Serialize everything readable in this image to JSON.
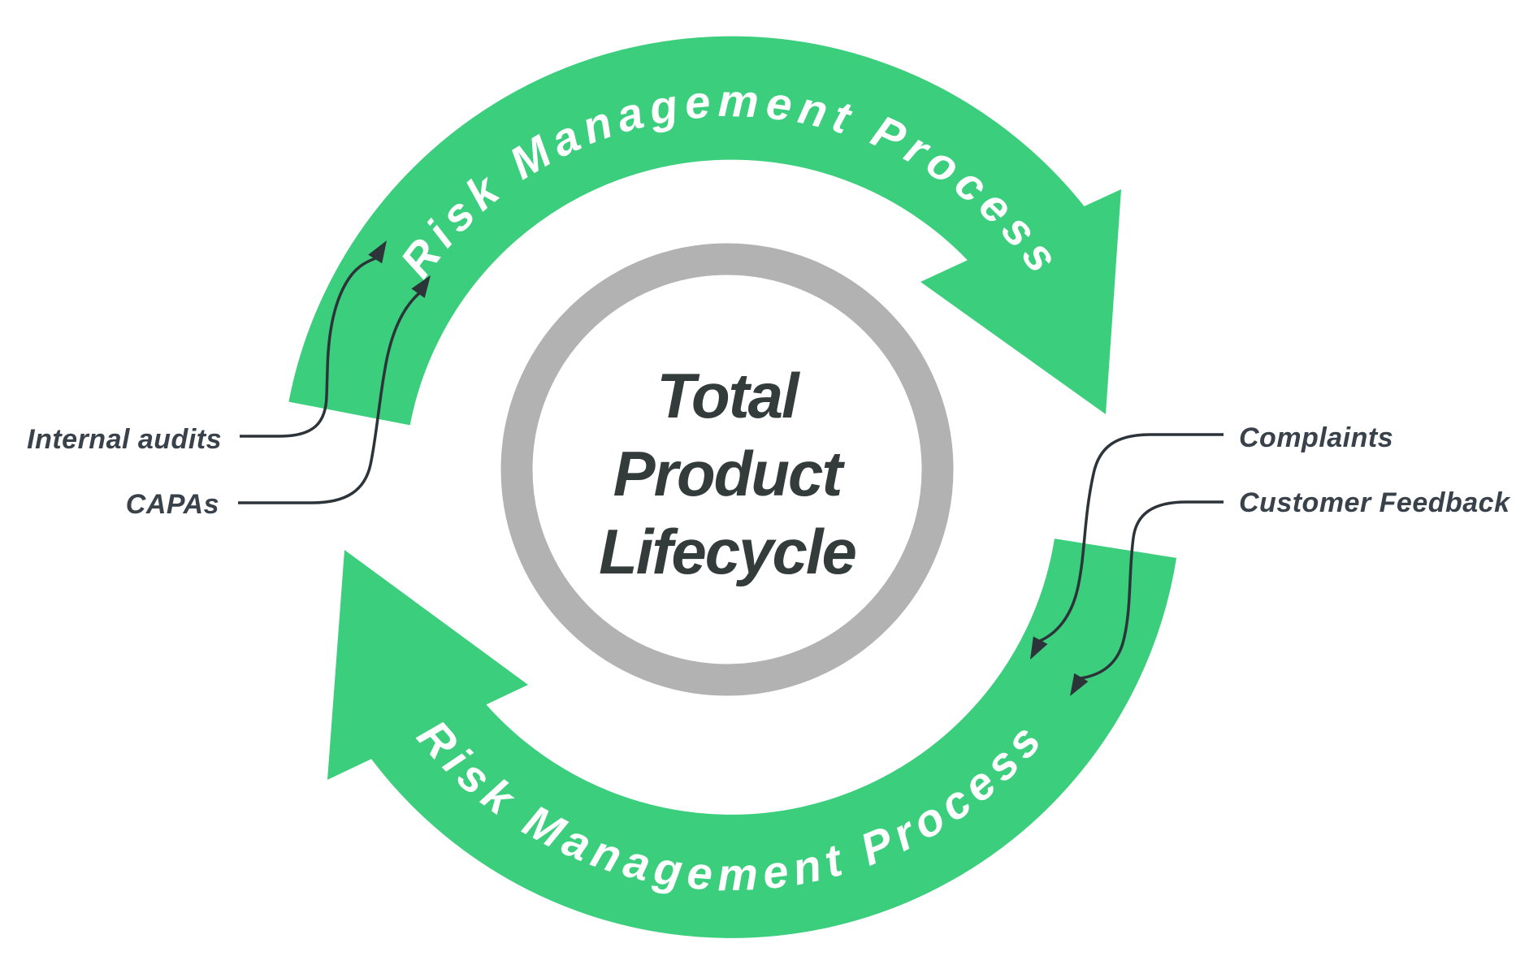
{
  "diagram": {
    "center": {
      "line1": "Total",
      "line2": "Product",
      "line3": "Lifecycle"
    },
    "top_arc_label": "Risk Management Process",
    "bottom_arc_label": "Risk Management Process",
    "callouts": {
      "left": [
        {
          "label": "Internal audits"
        },
        {
          "label": "CAPAs"
        }
      ],
      "right": [
        {
          "label": "Complaints"
        },
        {
          "label": "Customer Feedback"
        }
      ]
    }
  },
  "colors": {
    "green": "#3BCE7C",
    "gray_ring": "#B2B2B2",
    "center_text": "#333B3B",
    "label_text": "#39424A",
    "arc_text": "#FFFFFF",
    "connector": "#2D3439",
    "background": "#FFFFFF"
  }
}
